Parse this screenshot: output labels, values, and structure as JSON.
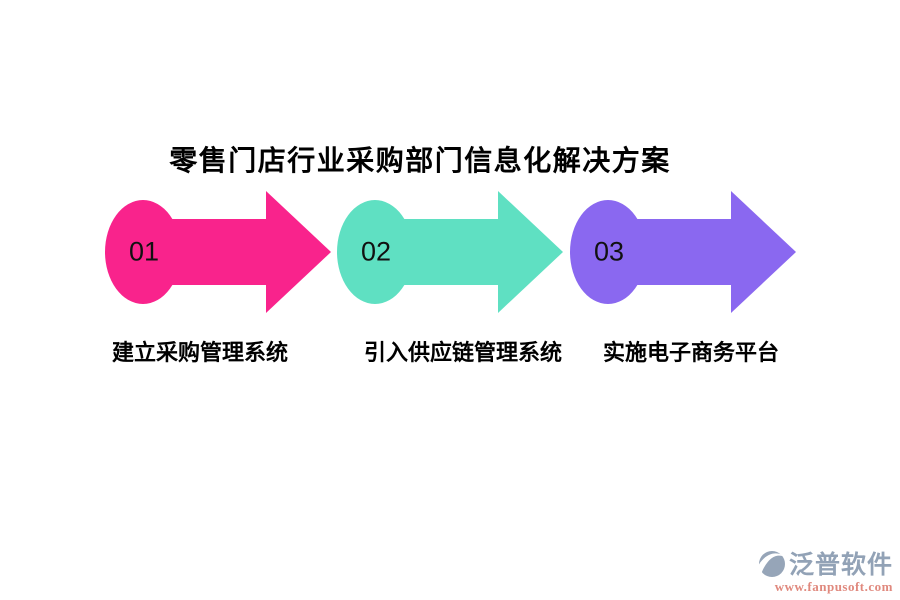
{
  "page": {
    "title": "零售门店行业采购部门信息化解决方案",
    "background": "#ffffff",
    "title_color": "#000000"
  },
  "steps": [
    {
      "number": "01",
      "label": "建立采购管理系统",
      "color": "#F9238C"
    },
    {
      "number": "02",
      "label": "引入供应链管理系统",
      "color": "#5FE0C2"
    },
    {
      "number": "03",
      "label": "实施电子商务平台",
      "color": "#8A68F0"
    }
  ],
  "watermark": {
    "brand": "泛普软件",
    "url": "www.fanpusoft.com",
    "brand_color": "#92A2B6",
    "url_color": "#E0897E",
    "icon_color": "#96A5B8"
  }
}
